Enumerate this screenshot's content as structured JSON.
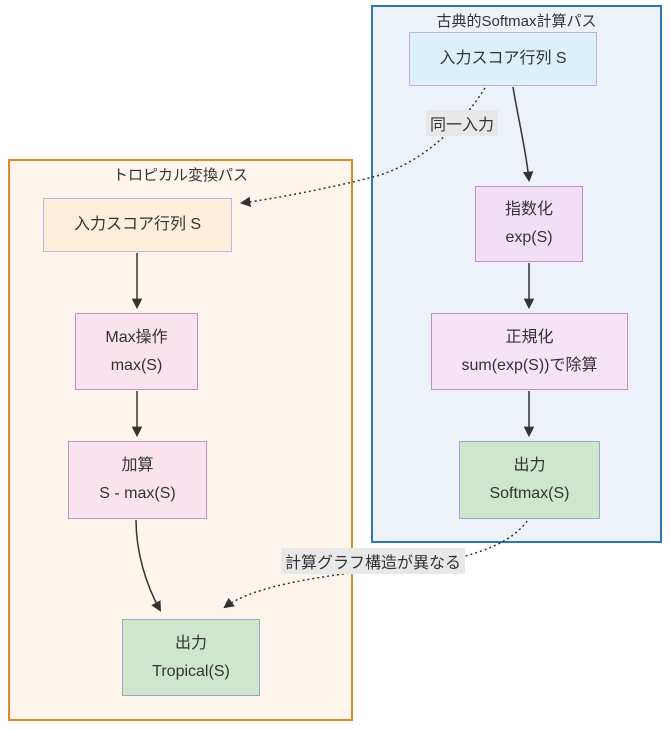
{
  "diagram": {
    "clusters": {
      "classic": {
        "title": "古典的Softmax計算パス"
      },
      "tropical": {
        "title": "トロピカル変換パス"
      }
    },
    "nodes": {
      "classic_input": {
        "line1": "入力スコア行列 S"
      },
      "classic_exp": {
        "line1": "指数化",
        "line2": "exp(S)"
      },
      "classic_norm": {
        "line1": "正規化",
        "line2": "sum(exp(S))で除算"
      },
      "classic_output": {
        "line1": "出力",
        "line2": "Softmax(S)"
      },
      "tropical_input": {
        "line1": "入力スコア行列 S"
      },
      "tropical_max": {
        "line1": "Max操作",
        "line2": "max(S)"
      },
      "tropical_add": {
        "line1": "加算",
        "line2": "S - max(S)"
      },
      "tropical_output": {
        "line1": "出力",
        "line2": "Tropical(S)"
      }
    },
    "edge_labels": {
      "same_input": "同一入力",
      "different_structure": "計算グラフ構造が異なる"
    },
    "colors": {
      "canvas_bg": "#ffffff",
      "classic_cluster_border": "#2e75b6",
      "classic_cluster_bg": "#edf1f8",
      "tropical_cluster_border": "#d98c2d",
      "tropical_cluster_bg": "#fdf5eb",
      "classic_input_bg": "#dcf0fb",
      "classic_input_border": "#bcb3de",
      "exp_node_bg": "#f0dff6",
      "norm_node_bg": "#f5e3f6",
      "purple_node_border": "#c08fcc",
      "output_node_bg": "#cee7cc",
      "output_node_border": "#9ea4d2",
      "tropical_input_bg": "#fdeedb",
      "tropical_input_border": "#c4b5df",
      "pink_node_bg": "#fbe3ed",
      "pink_node_border": "#c191cc",
      "edge_stroke": "#333333",
      "edge_label_bg": "#e8e8e8",
      "text": "#333333"
    }
  }
}
